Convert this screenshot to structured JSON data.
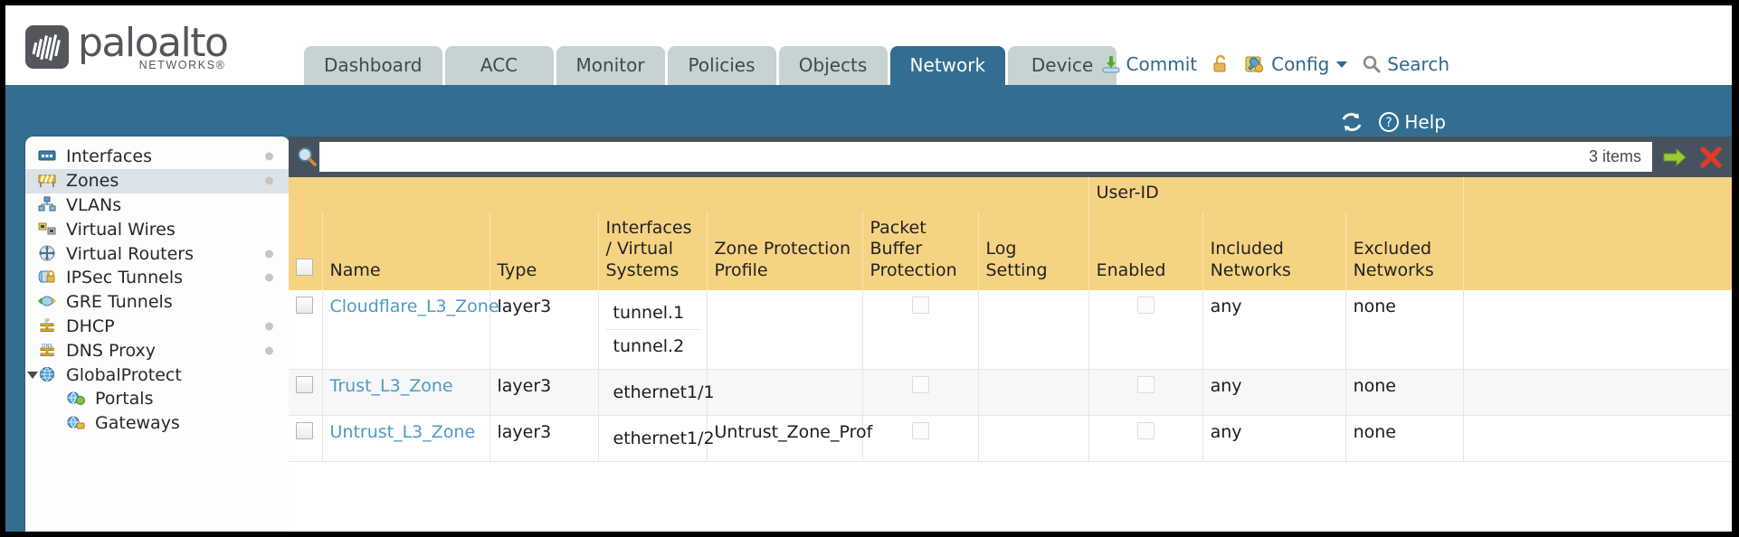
{
  "brand": {
    "name": "paloalto",
    "sub": "NETWORKS®"
  },
  "nav": {
    "tabs": [
      {
        "label": "Dashboard",
        "active": false
      },
      {
        "label": "ACC",
        "active": false
      },
      {
        "label": "Monitor",
        "active": false
      },
      {
        "label": "Policies",
        "active": false
      },
      {
        "label": "Objects",
        "active": false
      },
      {
        "label": "Network",
        "active": true
      },
      {
        "label": "Device",
        "active": false
      }
    ]
  },
  "top_actions": {
    "commit": "Commit",
    "config": "Config",
    "search": "Search"
  },
  "blue_bar": {
    "help": "Help"
  },
  "sidebar": {
    "items": [
      {
        "label": "Interfaces",
        "icon": "interfaces-icon",
        "selected": false,
        "dot": true,
        "indent": false,
        "toggle": ""
      },
      {
        "label": "Zones",
        "icon": "zones-icon",
        "selected": true,
        "dot": true,
        "indent": false,
        "toggle": ""
      },
      {
        "label": "VLANs",
        "icon": "vlans-icon",
        "selected": false,
        "dot": false,
        "indent": false,
        "toggle": ""
      },
      {
        "label": "Virtual Wires",
        "icon": "virtual-wires-icon",
        "selected": false,
        "dot": false,
        "indent": false,
        "toggle": ""
      },
      {
        "label": "Virtual Routers",
        "icon": "virtual-routers-icon",
        "selected": false,
        "dot": true,
        "indent": false,
        "toggle": ""
      },
      {
        "label": "IPSec Tunnels",
        "icon": "ipsec-tunnels-icon",
        "selected": false,
        "dot": true,
        "indent": false,
        "toggle": ""
      },
      {
        "label": "GRE Tunnels",
        "icon": "gre-tunnels-icon",
        "selected": false,
        "dot": false,
        "indent": false,
        "toggle": ""
      },
      {
        "label": "DHCP",
        "icon": "dhcp-icon",
        "selected": false,
        "dot": true,
        "indent": false,
        "toggle": ""
      },
      {
        "label": "DNS Proxy",
        "icon": "dns-proxy-icon",
        "selected": false,
        "dot": true,
        "indent": false,
        "toggle": ""
      },
      {
        "label": "GlobalProtect",
        "icon": "globalprotect-icon",
        "selected": false,
        "dot": false,
        "indent": false,
        "toggle": "open"
      },
      {
        "label": "Portals",
        "icon": "portals-icon",
        "selected": false,
        "dot": false,
        "indent": true,
        "toggle": ""
      },
      {
        "label": "Gateways",
        "icon": "gateways-icon",
        "selected": false,
        "dot": false,
        "indent": true,
        "toggle": ""
      }
    ]
  },
  "search": {
    "value": "",
    "item_count": "3 items"
  },
  "table": {
    "group_header": "User-ID",
    "columns": [
      "Name",
      "Type",
      "Interfaces / Virtual Systems",
      "Zone Protection Profile",
      "Packet Buffer Protection",
      "Log Setting",
      "Enabled",
      "Included Networks",
      "Excluded Networks"
    ],
    "rows": [
      {
        "name": "Cloudflare_L3_Zone",
        "type": "layer3",
        "interfaces": [
          "tunnel.1",
          "tunnel.2"
        ],
        "zone_protection_profile": "",
        "packet_buffer_protection": false,
        "log_setting": "",
        "userid_enabled": false,
        "included_networks": "any",
        "excluded_networks": "none"
      },
      {
        "name": "Trust_L3_Zone",
        "type": "layer3",
        "interfaces": [
          "ethernet1/1"
        ],
        "zone_protection_profile": "",
        "packet_buffer_protection": false,
        "log_setting": "",
        "userid_enabled": false,
        "included_networks": "any",
        "excluded_networks": "none"
      },
      {
        "name": "Untrust_L3_Zone",
        "type": "layer3",
        "interfaces": [
          "ethernet1/2"
        ],
        "zone_protection_profile": "Untrust_Zone_Prof",
        "packet_buffer_protection": false,
        "log_setting": "",
        "userid_enabled": false,
        "included_networks": "any",
        "excluded_networks": "none"
      }
    ]
  },
  "colors": {
    "brand_blue": "#336e91",
    "header_gold": "#f6d382",
    "group_gold": "#e6b63e",
    "tab_inactive": "#c7d2d2",
    "search_bar": "#46535e",
    "link": "#4d9ac2"
  }
}
